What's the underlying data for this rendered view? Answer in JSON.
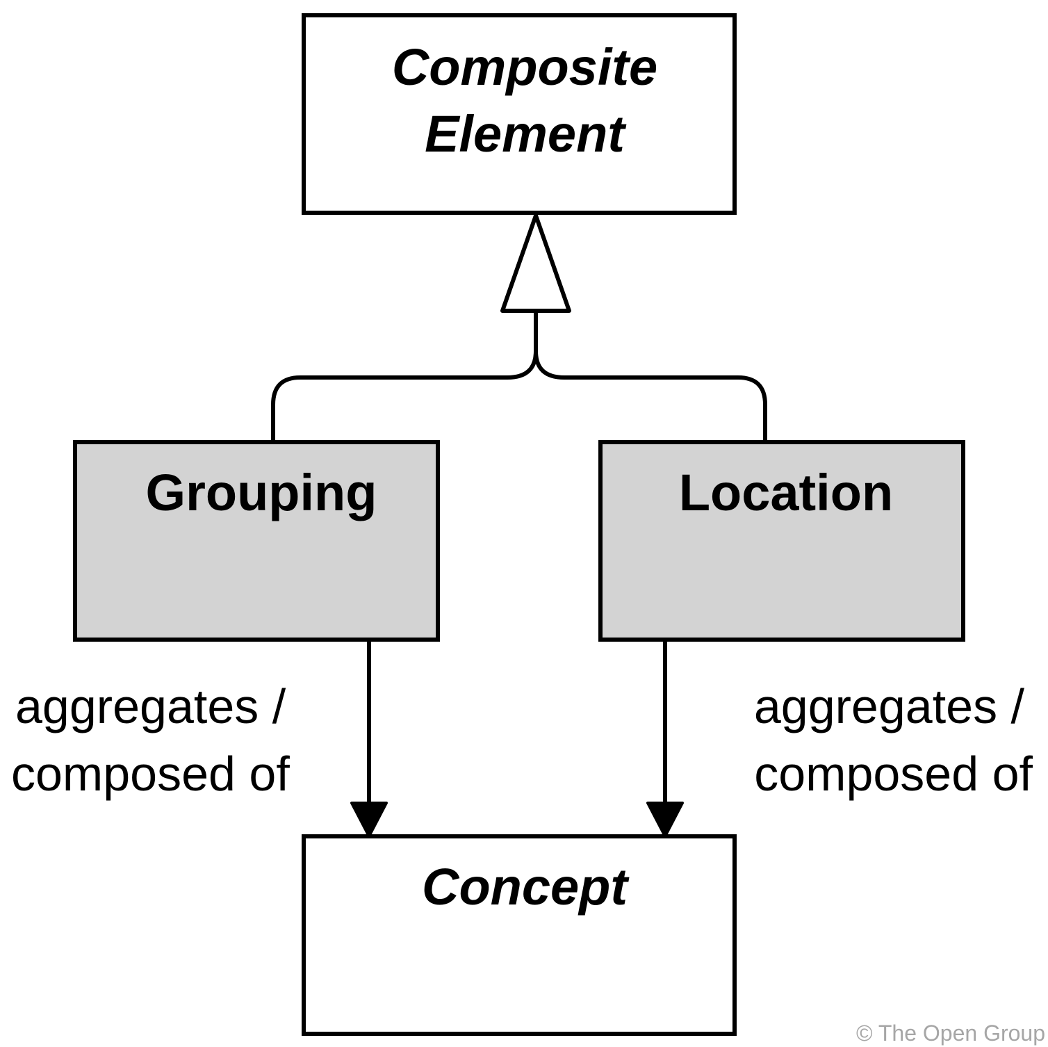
{
  "elements": {
    "composite": {
      "line1": "Composite",
      "line2": "Element"
    },
    "grouping": {
      "label": "Grouping"
    },
    "location": {
      "label": "Location"
    },
    "concept": {
      "label": "Concept"
    }
  },
  "relations": {
    "grouping_concept": {
      "line1": "aggregates /",
      "line2": "composed of"
    },
    "location_concept": {
      "line1": "aggregates /",
      "line2": "composed of"
    }
  },
  "copyright": "© The Open Group",
  "colors": {
    "specialized_fill": "#d3d3d3",
    "stroke": "#000000",
    "copyright": "#a6a6a6"
  }
}
